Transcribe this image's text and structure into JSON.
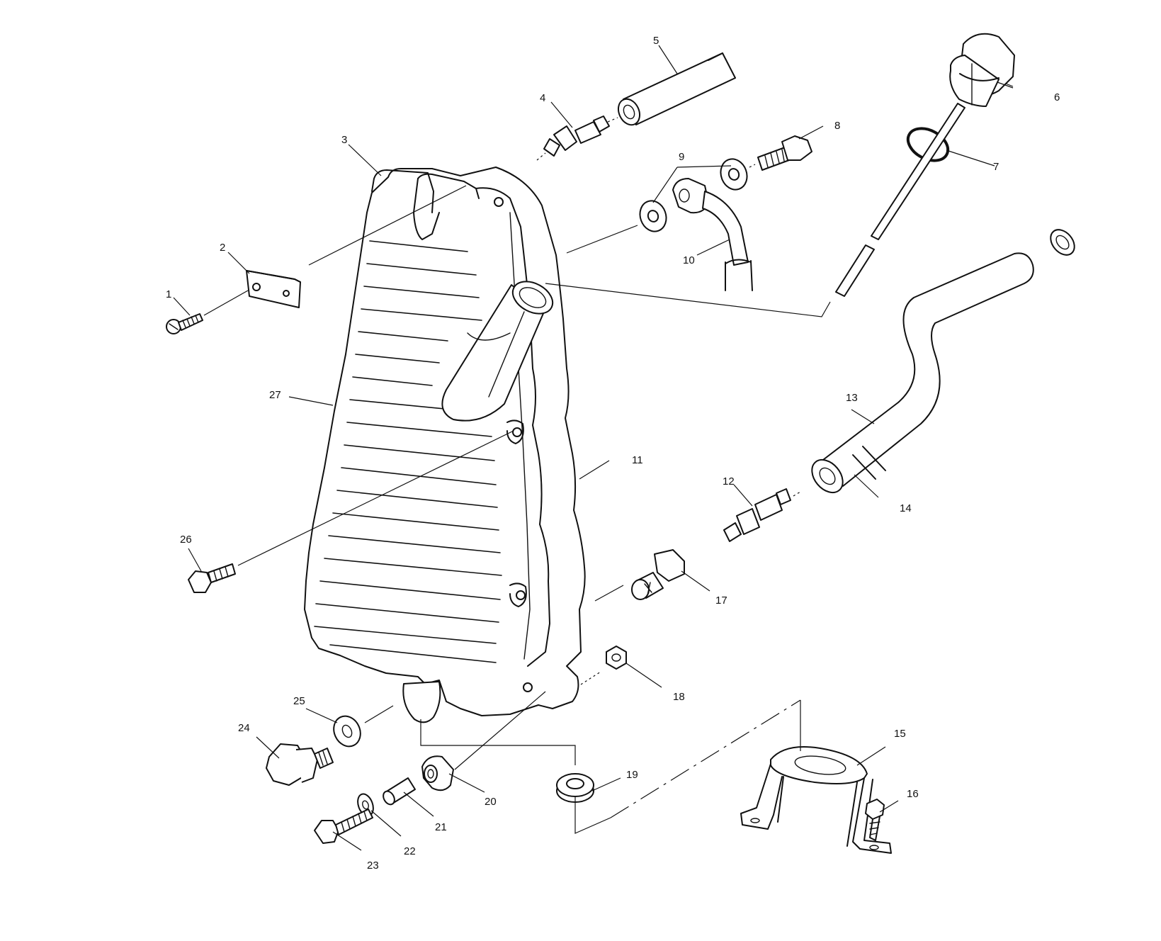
{
  "callouts": [
    {
      "id": "1",
      "label": "1"
    },
    {
      "id": "2",
      "label": "2"
    },
    {
      "id": "3",
      "label": "3"
    },
    {
      "id": "4",
      "label": "4"
    },
    {
      "id": "5",
      "label": "5"
    },
    {
      "id": "6",
      "label": "6"
    },
    {
      "id": "7",
      "label": "7"
    },
    {
      "id": "8",
      "label": "8"
    },
    {
      "id": "9",
      "label": "9"
    },
    {
      "id": "10",
      "label": "10"
    },
    {
      "id": "11",
      "label": "11"
    },
    {
      "id": "12",
      "label": "12"
    },
    {
      "id": "13",
      "label": "13"
    },
    {
      "id": "14",
      "label": "14"
    },
    {
      "id": "15",
      "label": "15"
    },
    {
      "id": "16",
      "label": "16"
    },
    {
      "id": "17",
      "label": "17"
    },
    {
      "id": "18",
      "label": "18"
    },
    {
      "id": "19",
      "label": "19"
    },
    {
      "id": "20",
      "label": "20"
    },
    {
      "id": "21",
      "label": "21"
    },
    {
      "id": "22",
      "label": "22"
    },
    {
      "id": "23",
      "label": "23"
    },
    {
      "id": "24",
      "label": "24"
    },
    {
      "id": "25",
      "label": "25"
    },
    {
      "id": "26",
      "label": "26"
    },
    {
      "id": "27",
      "label": "27"
    }
  ],
  "colors": {
    "ink": "#111111",
    "paper": "#ffffff"
  }
}
